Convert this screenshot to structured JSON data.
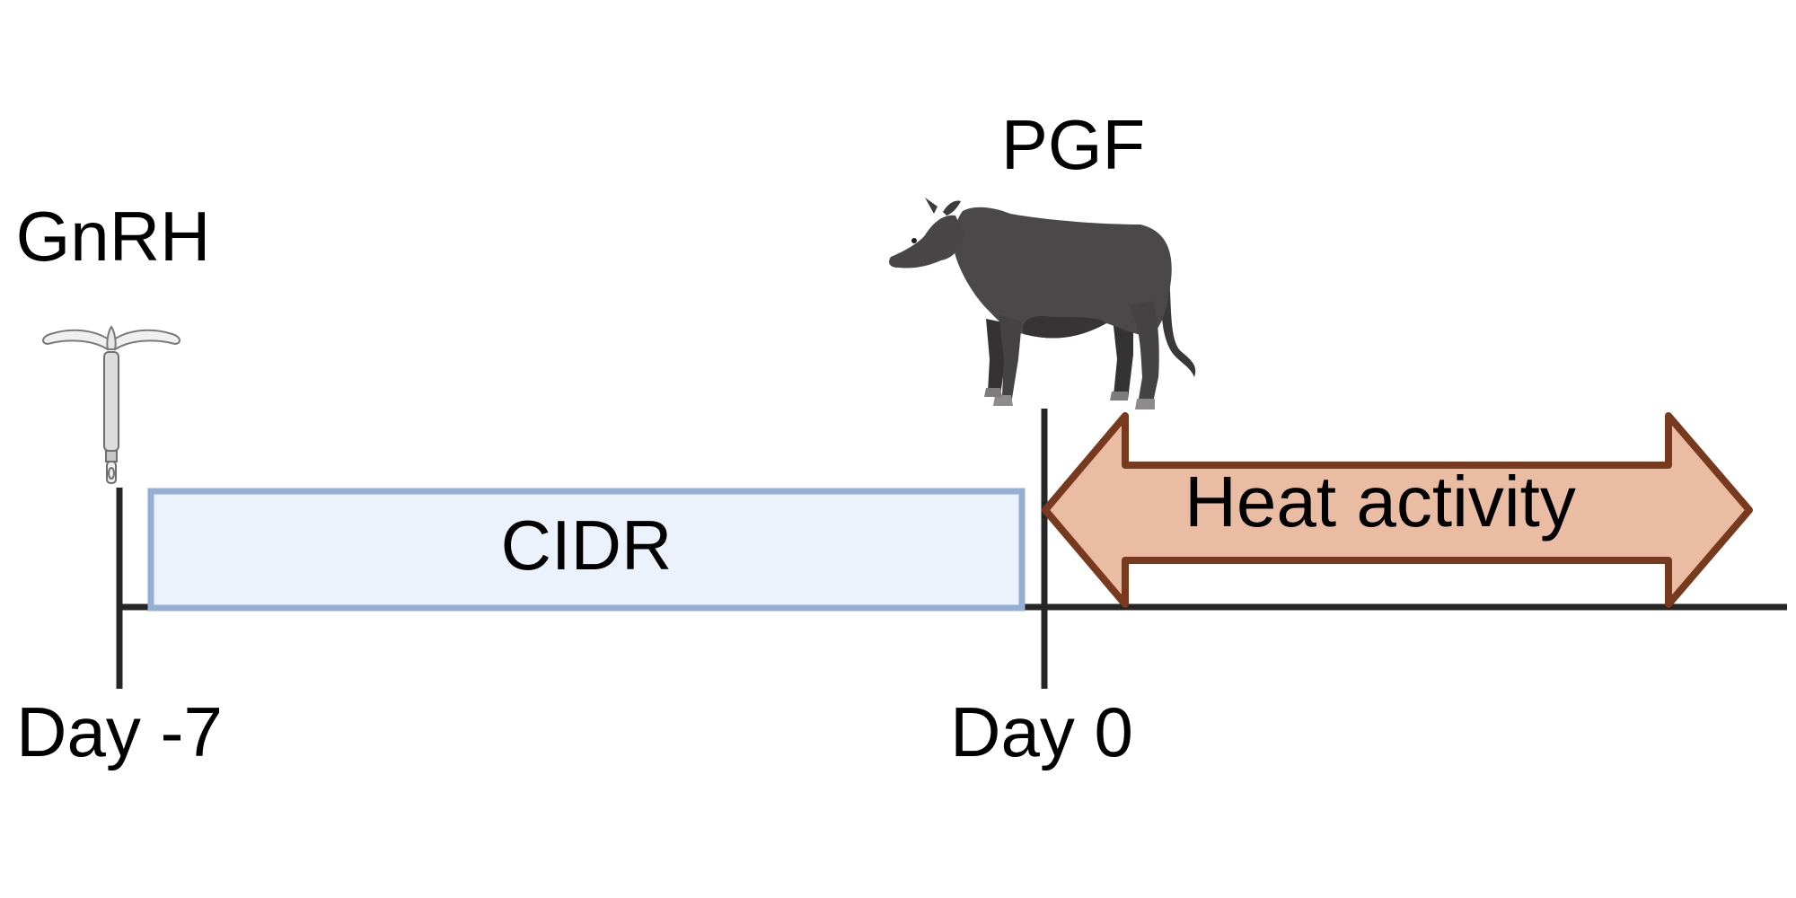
{
  "labels": {
    "gnrh": "GnRH",
    "pgf": "PGF",
    "cidr": "CIDR",
    "heat": "Heat activity",
    "day_start": "Day -7",
    "day_end": "Day 0"
  },
  "icons": {
    "device": "cidr-device-icon",
    "animal": "cow-icon"
  },
  "colors": {
    "axis": "#262626",
    "cidr_fill": "#ecf2fb",
    "cidr_stroke": "#95aed3",
    "heat_fill": "#ebbca4",
    "heat_stroke": "#783a1f",
    "cow_body": "#4a4848",
    "cow_shadow": "#2f2d2d"
  }
}
